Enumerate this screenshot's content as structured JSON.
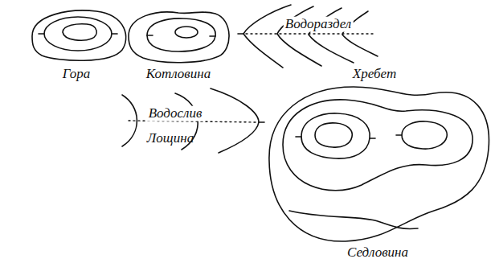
{
  "diagram": {
    "labels": [
      "Гора",
      "Котловина",
      "Водораздел",
      "Хребет",
      "Водослив",
      "Лощина",
      "Седловина"
    ]
  }
}
